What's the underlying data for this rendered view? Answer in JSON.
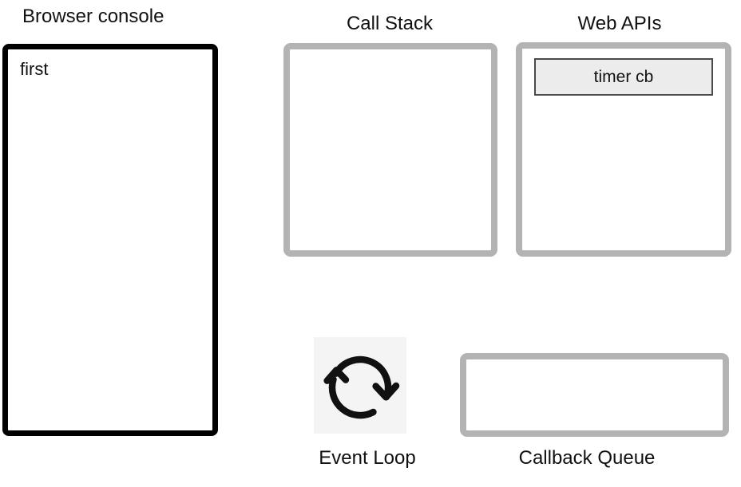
{
  "colors": {
    "background": "#ffffff",
    "panel_border_gray": "#b3b3b3",
    "console_border_black": "#010101",
    "api_item_fill": "#ececec",
    "api_item_border": "#4a4a4a",
    "icon_background": "#f4f4f4",
    "text": "#111111"
  },
  "browser_console": {
    "label": "Browser console",
    "entries": [
      "first"
    ]
  },
  "call_stack": {
    "label": "Call Stack",
    "items": []
  },
  "web_apis": {
    "label": "Web APIs",
    "items": [
      {
        "label": "timer cb"
      }
    ]
  },
  "event_loop": {
    "label": "Event Loop",
    "icon": "cycle-arrows-icon"
  },
  "callback_queue": {
    "label": "Callback Queue",
    "items": []
  }
}
